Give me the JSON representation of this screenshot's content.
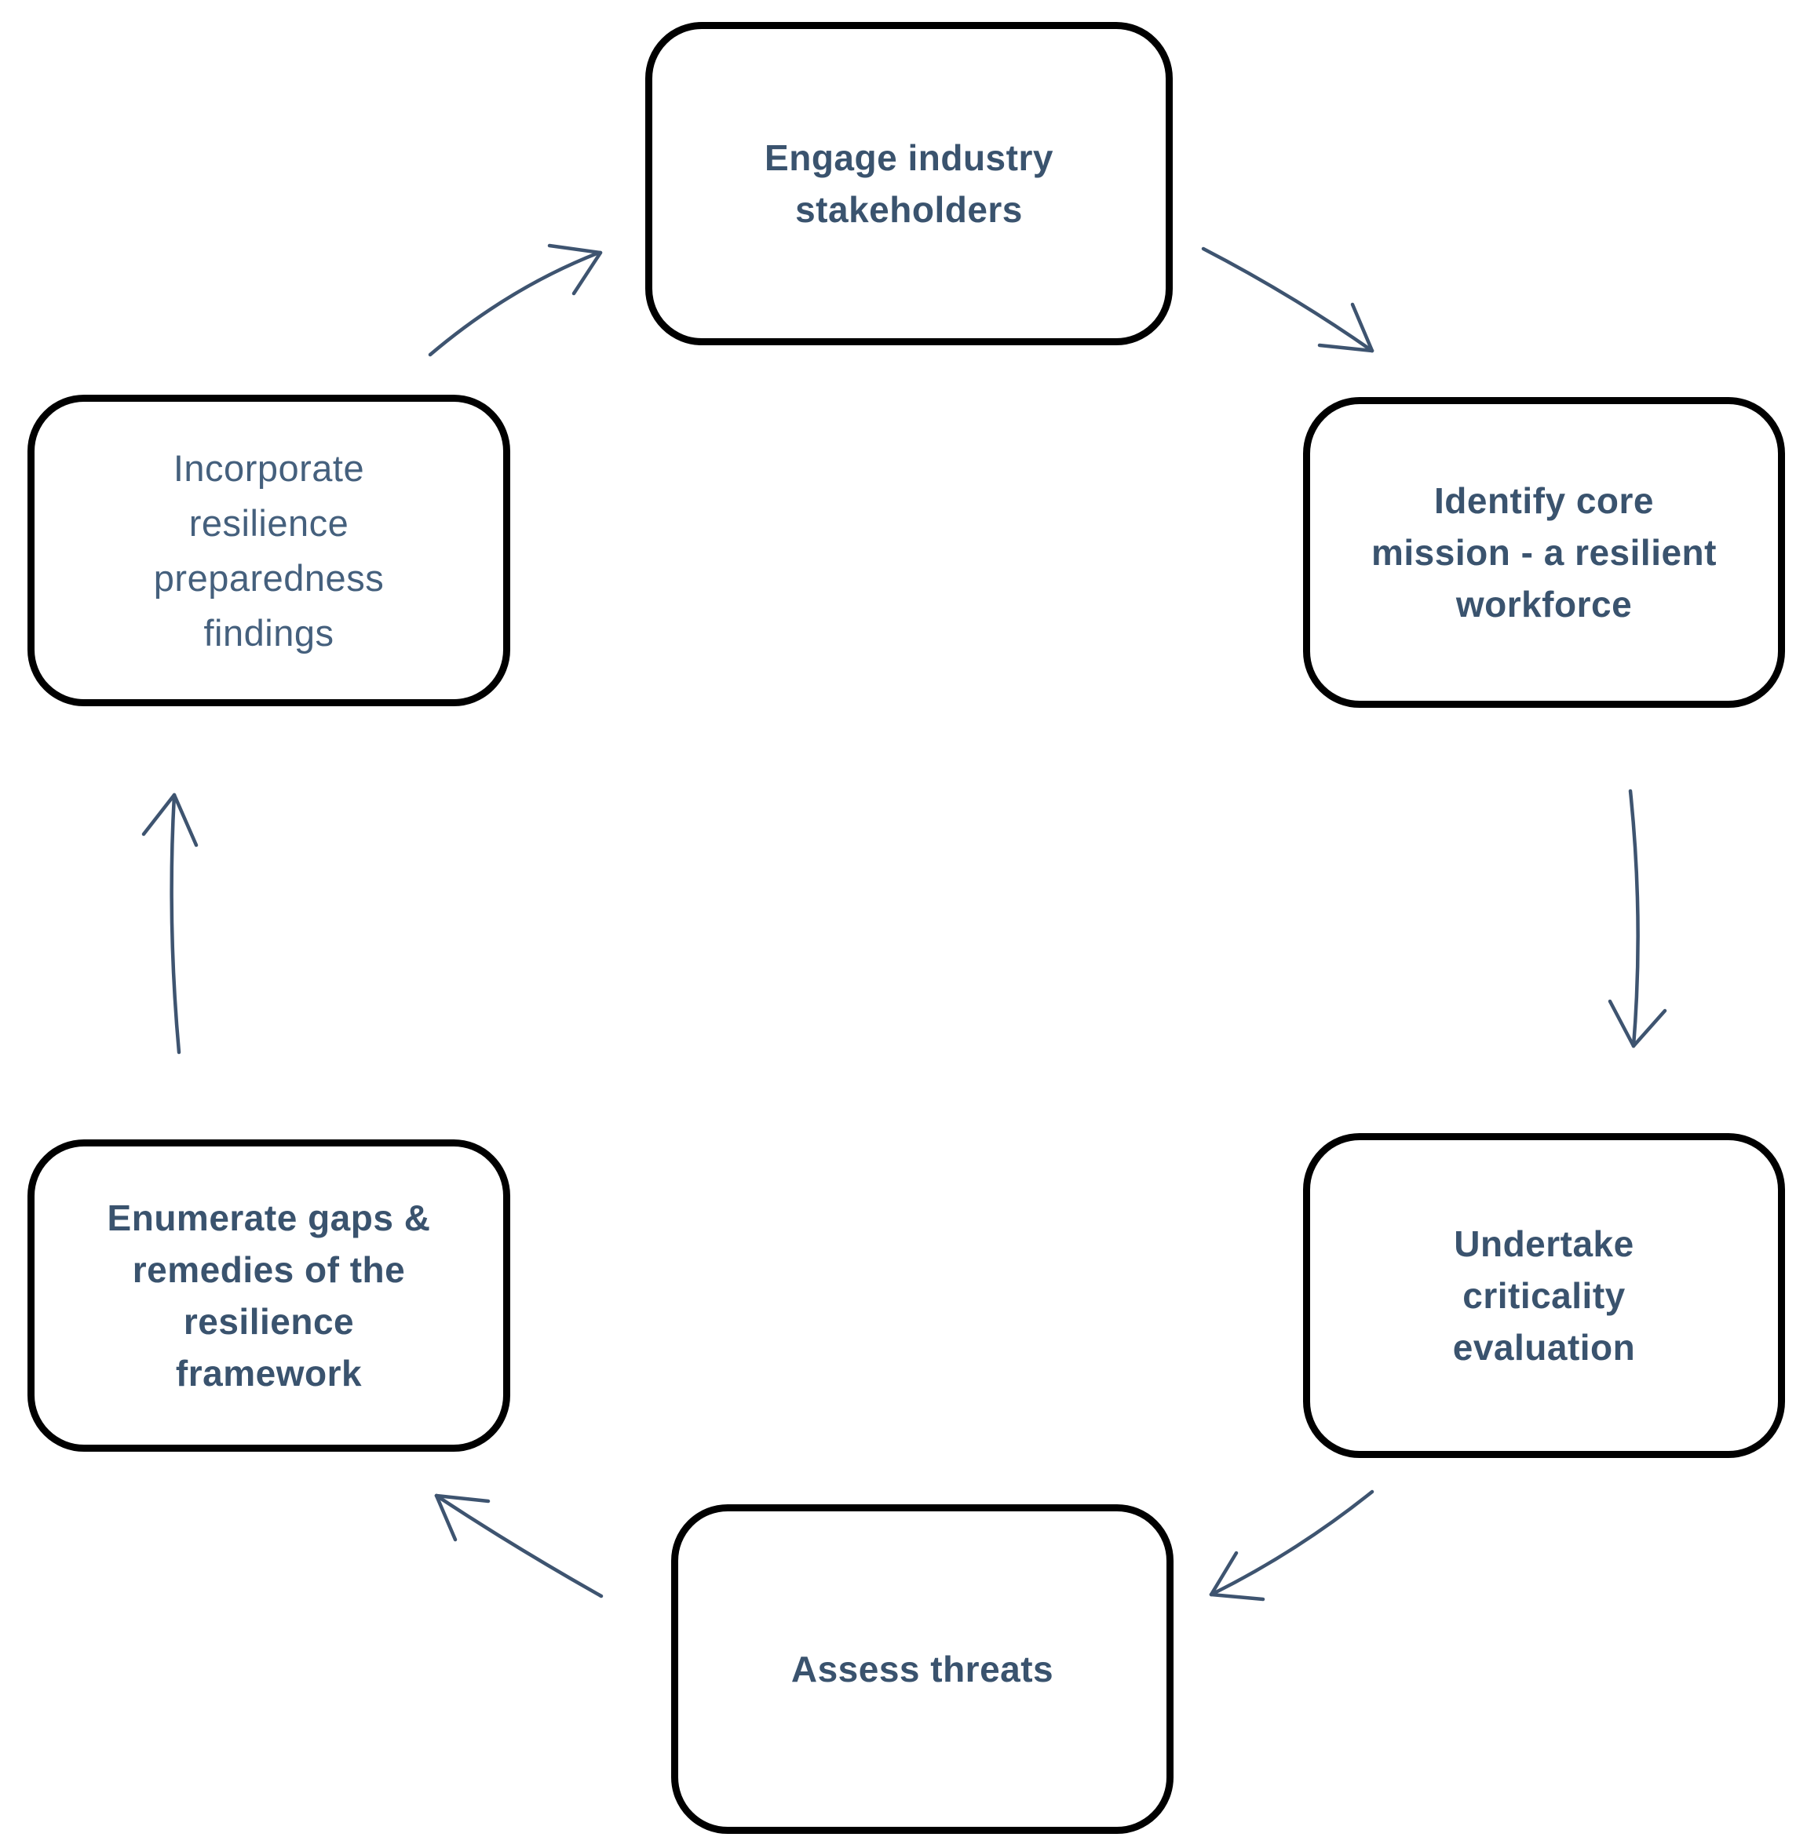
{
  "diagram": {
    "type": "cycle",
    "colors": {
      "box_border": "#000000",
      "box_fill": "#ffffff",
      "text": "#3a536e",
      "text_light": "#45607d",
      "arrow": "#3e5470",
      "background": "#ffffff"
    },
    "nodes": [
      {
        "id": "engage",
        "label_lines": [
          "Engage industry",
          "stakeholders"
        ]
      },
      {
        "id": "identify",
        "label_lines": [
          "Identify core",
          "mission - a  resilient",
          "workforce"
        ]
      },
      {
        "id": "undertake",
        "label_lines": [
          "Undertake",
          "criticality",
          "evaluation"
        ]
      },
      {
        "id": "assess",
        "label_lines": [
          "Assess threats"
        ]
      },
      {
        "id": "enumerate",
        "label_lines": [
          "Enumerate gaps &",
          "remedies of the",
          "resilience",
          "framework"
        ]
      },
      {
        "id": "incorporate",
        "label_lines": [
          "Incorporate",
          "resilience",
          "preparedness",
          "findings"
        ]
      }
    ],
    "edges": [
      {
        "from": "engage",
        "to": "identify"
      },
      {
        "from": "identify",
        "to": "undertake"
      },
      {
        "from": "undertake",
        "to": "assess"
      },
      {
        "from": "assess",
        "to": "enumerate"
      },
      {
        "from": "enumerate",
        "to": "incorporate"
      },
      {
        "from": "incorporate",
        "to": "engage"
      }
    ]
  }
}
